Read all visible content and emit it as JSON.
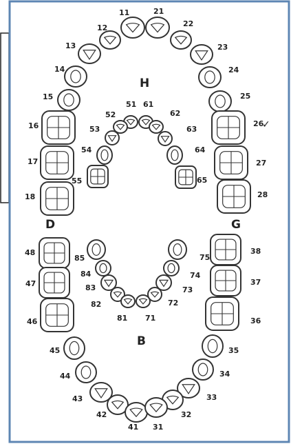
{
  "letters": {
    "upper": "H",
    "lower": "B",
    "left": "D",
    "right": "G"
  },
  "mark": "✓",
  "teeth": [
    {
      "id": "t11",
      "label": "11",
      "shape": "incisor"
    },
    {
      "id": "t12",
      "label": "12",
      "shape": "incisor"
    },
    {
      "id": "t13",
      "label": "13",
      "shape": "canine"
    },
    {
      "id": "t14",
      "label": "14",
      "shape": "premolar"
    },
    {
      "id": "t15",
      "label": "15",
      "shape": "premolar"
    },
    {
      "id": "t16",
      "label": "16",
      "shape": "molar"
    },
    {
      "id": "t17",
      "label": "17",
      "shape": "molar"
    },
    {
      "id": "t18",
      "label": "18",
      "shape": "molar"
    },
    {
      "id": "t21",
      "label": "21",
      "shape": "incisor"
    },
    {
      "id": "t22",
      "label": "22",
      "shape": "incisor"
    },
    {
      "id": "t23",
      "label": "23",
      "shape": "canine"
    },
    {
      "id": "t24",
      "label": "24",
      "shape": "premolar"
    },
    {
      "id": "t25",
      "label": "25",
      "shape": "premolar"
    },
    {
      "id": "t26",
      "label": "26",
      "shape": "molar"
    },
    {
      "id": "t27",
      "label": "27",
      "shape": "molar"
    },
    {
      "id": "t28",
      "label": "28",
      "shape": "molar"
    },
    {
      "id": "t51",
      "label": "51",
      "shape": "incisor"
    },
    {
      "id": "t52",
      "label": "52",
      "shape": "incisor"
    },
    {
      "id": "t53",
      "label": "53",
      "shape": "canine"
    },
    {
      "id": "t54",
      "label": "54",
      "shape": "premolar"
    },
    {
      "id": "t55",
      "label": "55",
      "shape": "molar"
    },
    {
      "id": "t61",
      "label": "61",
      "shape": "incisor"
    },
    {
      "id": "t62",
      "label": "62",
      "shape": "incisor"
    },
    {
      "id": "t63",
      "label": "63",
      "shape": "canine"
    },
    {
      "id": "t64",
      "label": "64",
      "shape": "premolar"
    },
    {
      "id": "t65",
      "label": "65",
      "shape": "molar"
    },
    {
      "id": "t85",
      "label": "85",
      "shape": "premolar"
    },
    {
      "id": "t84",
      "label": "84",
      "shape": "premolar"
    },
    {
      "id": "t83",
      "label": "83",
      "shape": "canine"
    },
    {
      "id": "t82",
      "label": "82",
      "shape": "incisor"
    },
    {
      "id": "t81",
      "label": "81",
      "shape": "incisor"
    },
    {
      "id": "t71",
      "label": "71",
      "shape": "incisor"
    },
    {
      "id": "t72",
      "label": "72",
      "shape": "incisor"
    },
    {
      "id": "t73",
      "label": "73",
      "shape": "canine"
    },
    {
      "id": "t74",
      "label": "74",
      "shape": "premolar"
    },
    {
      "id": "t75",
      "label": "75",
      "shape": "premolar"
    },
    {
      "id": "t48",
      "label": "48",
      "shape": "molar"
    },
    {
      "id": "t47",
      "label": "47",
      "shape": "molar"
    },
    {
      "id": "t46",
      "label": "46",
      "shape": "molar"
    },
    {
      "id": "t45",
      "label": "45",
      "shape": "premolar"
    },
    {
      "id": "t44",
      "label": "44",
      "shape": "premolar"
    },
    {
      "id": "t43",
      "label": "43",
      "shape": "canine"
    },
    {
      "id": "t42",
      "label": "42",
      "shape": "incisor"
    },
    {
      "id": "t41",
      "label": "41",
      "shape": "incisor"
    },
    {
      "id": "t38",
      "label": "38",
      "shape": "molar"
    },
    {
      "id": "t37",
      "label": "37",
      "shape": "molar"
    },
    {
      "id": "t36",
      "label": "36",
      "shape": "molar"
    },
    {
      "id": "t35",
      "label": "35",
      "shape": "premolar"
    },
    {
      "id": "t34",
      "label": "34",
      "shape": "premolar"
    },
    {
      "id": "t33",
      "label": "33",
      "shape": "canine"
    },
    {
      "id": "t32",
      "label": "32",
      "shape": "incisor"
    },
    {
      "id": "t31",
      "label": "31",
      "shape": "incisor"
    }
  ]
}
